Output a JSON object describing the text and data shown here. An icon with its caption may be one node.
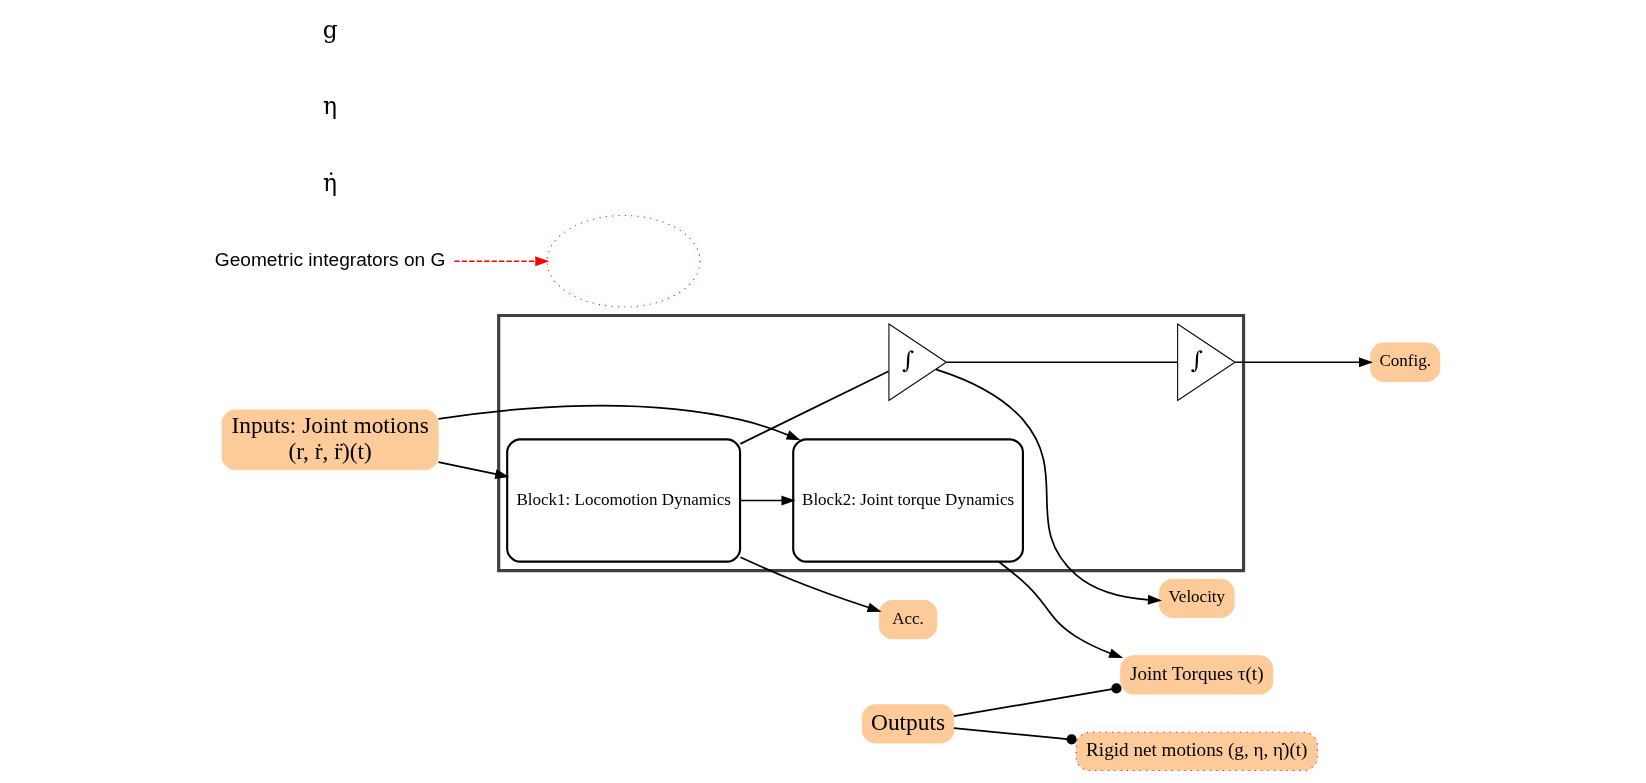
{
  "diagram": {
    "nodes": [
      {
        "text": [
          "Inputs: Joint motions",
          "(r, ṙ, r̈)(t)"
        ]
      },
      {
        "text": [],
        "shape": "box"
      },
      {
        "text": [
          "Block2: Joint torque Dynamics"
        ],
        "in": 1
      },
      {
        "text": [
          "Block1: Locomotion Dynamics"
        ],
        "in": 1
      },
      {
        "text": [
          "∫"
        ],
        "in": 1
      },
      {
        "text": [
          "∫"
        ],
        "in": 1
      },
      {
        "text": [],
        "shape": "circle"
      },
      {
        "text": [
          "Geometric integrators on G"
        ]
      },
      {
        "text": [
          "Joint Torques τ(t)"
        ]
      },
      {
        "text": [
          "Acc."
        ]
      },
      {
        "text": [
          "Velocity"
        ]
      },
      {
        "text": [
          "Config."
        ]
      },
      {
        "text": [
          "Rigid net motions (g, η, η̇)(t)"
        ]
      },
      {
        "text": [
          "Outputs"
        ]
      }
    ],
    "edges": [
      {
        "from": 0,
        "to": 2,
        "arrow": "to"
      },
      {
        "from": 0,
        "to": 3,
        "arrow": "to"
      },
      {
        "from": 3,
        "to": 4,
        "arrow": "none"
      },
      {
        "from": 4,
        "to": 5,
        "arrow": "none"
      },
      {
        "from": 3,
        "to": 9,
        "arrow": "to"
      },
      {
        "from": 3,
        "to": 2,
        "arrow": "to"
      },
      {
        "from": 4,
        "to": 10,
        "arrow": "to"
      },
      {
        "from": 5,
        "to": 11,
        "arrow": "to"
      },
      {
        "from": 2,
        "to": 8,
        "arrow": "to"
      },
      {
        "from": 13,
        "to": 8,
        "arrow": "other"
      },
      {
        "from": 13,
        "to": 12,
        "arrow": "other"
      },
      {
        "from": 7,
        "to": 6,
        "arrow": "to",
        "style": "dashed",
        "color": "#ff0000"
      }
    ],
    "labels": [
      "η̇",
      "η",
      "g"
    ]
  }
}
